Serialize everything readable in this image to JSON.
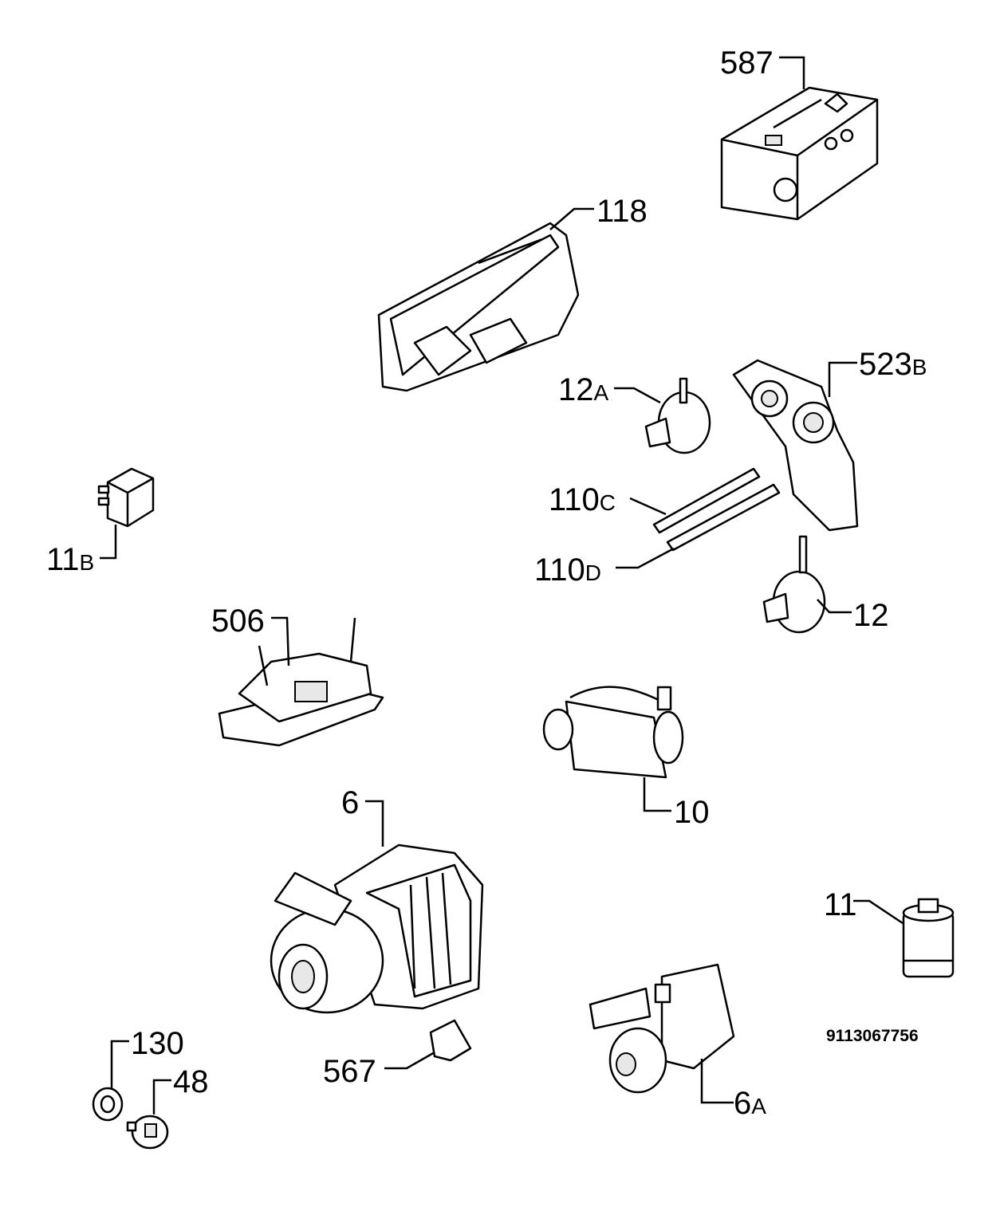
{
  "diagram_code": "9113067756",
  "parts": [
    {
      "id": "587",
      "main": "587",
      "suffix": ""
    },
    {
      "id": "118",
      "main": "118",
      "suffix": ""
    },
    {
      "id": "523B",
      "main": "523",
      "suffix": "B"
    },
    {
      "id": "12A",
      "main": "12",
      "suffix": "A"
    },
    {
      "id": "110C",
      "main": "110",
      "suffix": "C"
    },
    {
      "id": "110D",
      "main": "110",
      "suffix": "D"
    },
    {
      "id": "12",
      "main": "12",
      "suffix": ""
    },
    {
      "id": "11B",
      "main": "11",
      "suffix": "B"
    },
    {
      "id": "506",
      "main": "506",
      "suffix": ""
    },
    {
      "id": "10",
      "main": "10",
      "suffix": ""
    },
    {
      "id": "6",
      "main": "6",
      "suffix": ""
    },
    {
      "id": "11",
      "main": "11",
      "suffix": ""
    },
    {
      "id": "130",
      "main": "130",
      "suffix": ""
    },
    {
      "id": "48",
      "main": "48",
      "suffix": ""
    },
    {
      "id": "567",
      "main": "567",
      "suffix": ""
    },
    {
      "id": "6A",
      "main": "6",
      "suffix": "A"
    }
  ]
}
